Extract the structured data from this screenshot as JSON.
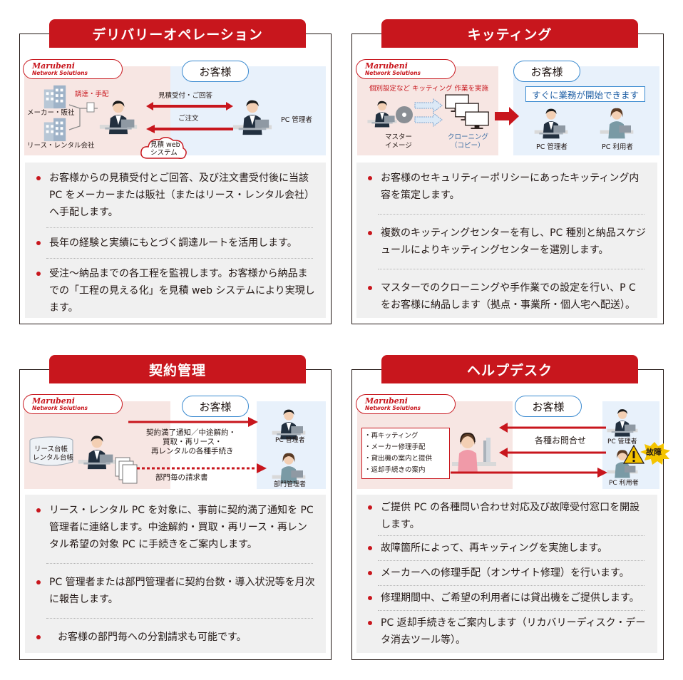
{
  "colors": {
    "accent": "#c8161d",
    "blue": "#3a8ad0"
  },
  "logo": {
    "line1": "Marubeni",
    "line2": "Network Solutions"
  },
  "delivery": {
    "title": "デリバリーオペレーション",
    "customer": "お客様",
    "procure": "調達・手配",
    "maker": "メーカー・販社",
    "lease": "リース・レンタル会社",
    "arrow1": "見積受付・ご回答",
    "arrow2": "ご注文",
    "web1": "見積 web",
    "web2": "システム",
    "admin": "PC 管理者",
    "bullets": [
      "お客様からの見積受付とご回答、及び注文書受付後に当該 PC をメーカーまたは販社（またはリース・レンタル会社）へ手配します。",
      "長年の経験と実績にもとづく調達ルートを活用します。",
      "受注～納品までの各工程を監視します。お客様から納品までの「工程の見える化」を見積 web システムにより実現します。"
    ]
  },
  "kitting": {
    "title": "キッティング",
    "customer": "お客様",
    "setting": "個別設定など キッティング 作業を実施",
    "master1": "マスター",
    "master2": "イメージ",
    "clone1": "クローニング",
    "clone2": "（コピー）",
    "ready": "すぐに業務が開始できます",
    "admin": "PC 管理者",
    "user": "PC 利用者",
    "bullets": [
      "お客様のセキュリティーポリシーにあったキッティング内容を策定します。",
      "複数のキッティングセンターを有し、PC 種別と納品スケジュールによりキッティングセンターを選別します。",
      "マスターでのクローニングや手作業での設定を行い、P C をお客様に納品します（拠点・事業所・個人宅へ配送）。"
    ]
  },
  "contract": {
    "title": "契約管理",
    "customer": "お客様",
    "ledger1": "リース台帳",
    "ledger2": "レンタル台帳",
    "notice1": "契約満了通知／中途解約・",
    "notice2": "買取・再リース・",
    "notice3": "再レンタルの各種手続き",
    "invoice": "部門毎の請求書",
    "admin": "PC 管理者",
    "dept": "部門管理者",
    "bullets": [
      "リース・レンタル PC を対象に、事前に契約満了通知を PC 管理者に連絡します。中途解約・買取・再リース・再レンタル希望の対象 PC に手続きをご案内します。",
      "PC 管理者または部門管理者に契約台数・導入状況等を月次に報告します。",
      "お客様の部門毎への分割請求も可能です。"
    ]
  },
  "helpdesk": {
    "title": "ヘルプデスク",
    "customer": "お客様",
    "list": [
      "・再キッティング",
      "・メーカー修理手配",
      "・貸出機の案内と提供",
      "・返却手続きの案内"
    ],
    "inquiry": "各種お問合せ",
    "admin": "PC 管理者",
    "user": "PC 利用者",
    "fault": "故障",
    "bullets": [
      "ご提供 PC の各種問い合わせ対応及び故障受付窓口を開設します。",
      "故障箇所によって、再キッティングを実施します。",
      "メーカーへの修理手配（オンサイト修理）を行います。",
      "修理期間中、ご希望の利用者には貸出機をご提供します。",
      "PC 返却手続きをご案内します（リカバリーディスク・データ消去ツール等）。"
    ]
  }
}
